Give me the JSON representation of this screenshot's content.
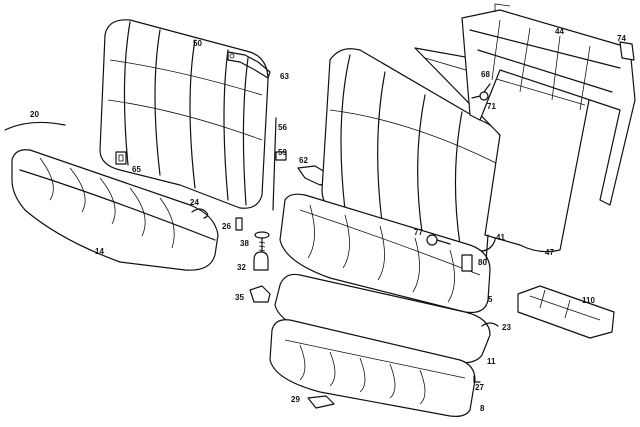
{
  "callouts": [
    {
      "id": "c50",
      "text": "50"
    },
    {
      "id": "c63",
      "text": "63"
    },
    {
      "id": "c20",
      "text": "20"
    },
    {
      "id": "c56",
      "text": "56"
    },
    {
      "id": "c59",
      "text": "59"
    },
    {
      "id": "c62",
      "text": "62"
    },
    {
      "id": "c65",
      "text": "65"
    },
    {
      "id": "c24",
      "text": "24"
    },
    {
      "id": "c26",
      "text": "26"
    },
    {
      "id": "c14",
      "text": "14"
    },
    {
      "id": "c38",
      "text": "38"
    },
    {
      "id": "c32",
      "text": "32"
    },
    {
      "id": "c35",
      "text": "35"
    },
    {
      "id": "c44",
      "text": "44"
    },
    {
      "id": "c74",
      "text": "74"
    },
    {
      "id": "c68",
      "text": "68"
    },
    {
      "id": "c71",
      "text": "71"
    },
    {
      "id": "c77",
      "text": "77"
    },
    {
      "id": "c41",
      "text": "41"
    },
    {
      "id": "c47",
      "text": "47"
    },
    {
      "id": "c80",
      "text": "80"
    },
    {
      "id": "c5",
      "text": "5"
    },
    {
      "id": "c110",
      "text": "110"
    },
    {
      "id": "c23",
      "text": "23"
    },
    {
      "id": "c11",
      "text": "11"
    },
    {
      "id": "c27",
      "text": "27"
    },
    {
      "id": "c29",
      "text": "29"
    },
    {
      "id": "c8",
      "text": "8"
    }
  ]
}
